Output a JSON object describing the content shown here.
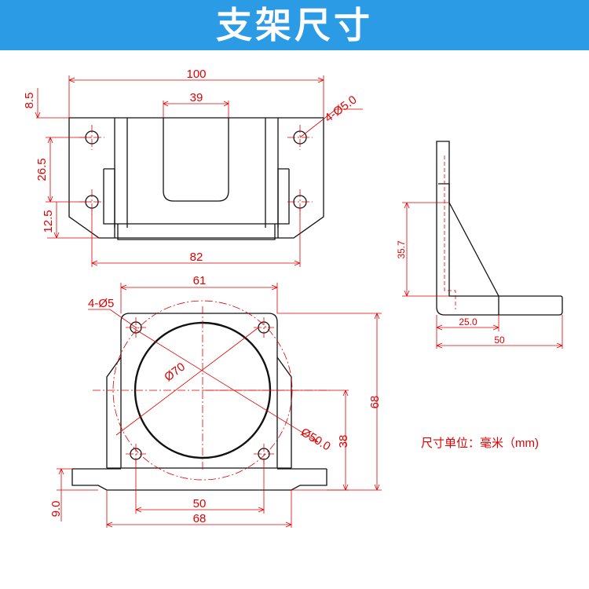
{
  "banner": {
    "title": "支架尺寸",
    "color": "#2c9be6"
  },
  "colors": {
    "dimension": "#e00000",
    "outline": "#111111"
  },
  "top_view": {
    "overall_width": "100",
    "slot_width": "39",
    "top_offset": "8.5",
    "hole_spacing_v": "26.5",
    "bottom_offset": "12.5",
    "hole_spacing_h": "82",
    "holes": "4-Ø5.0"
  },
  "front_view": {
    "top_width": "61",
    "holes": "4-Ø5",
    "bore_diameter": "Ø70",
    "pcd": "Ø50.0",
    "overall_height": "68",
    "hole_height": "38",
    "foot_height": "9.0",
    "hole_spacing": "50",
    "base_width": "68"
  },
  "side_view": {
    "height": "35.7",
    "leg_length": "25.0",
    "base_length": "50"
  },
  "unit_note": "尺寸单位：毫米（mm)"
}
